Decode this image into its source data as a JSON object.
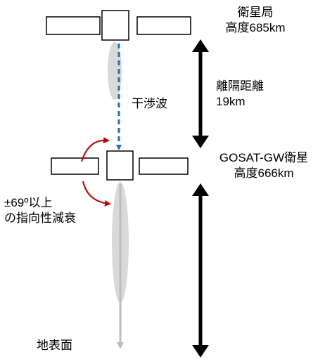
{
  "upper_satellite": {
    "name": "衛星局",
    "altitude": "高度685km"
  },
  "separation": {
    "label": "離隔距離",
    "distance": "19km"
  },
  "interference_label": "干渉波",
  "lower_satellite": {
    "name": "GOSAT-GW衛星",
    "altitude": "高度666km"
  },
  "attenuation": {
    "line1": "±69º以上",
    "line2": "の指向性減衰"
  },
  "ground_label": "地表面",
  "colors": {
    "interference_arrow": "#1a6fc9",
    "rotation_arrow": "#c00000",
    "beam": "#d9d9d9",
    "ground_arrow": "#bdbdbd"
  }
}
